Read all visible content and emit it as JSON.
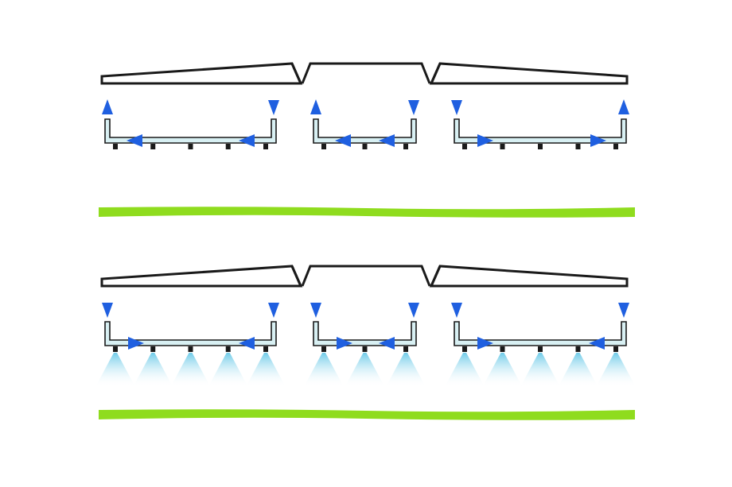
{
  "diagram": {
    "panels": [
      {
        "state": "off",
        "spraying": false,
        "sections": [
          {
            "nozzles": 5,
            "inlet_arrows": [
              "up",
              "down"
            ],
            "pipe_arrows": [
              "left",
              "left"
            ]
          },
          {
            "nozzles": 3,
            "inlet_arrows": [
              "up",
              "down"
            ],
            "pipe_arrows": [
              "left",
              "left"
            ]
          },
          {
            "nozzles": 5,
            "inlet_arrows": [
              "down",
              "up"
            ],
            "pipe_arrows": [
              "right",
              "right"
            ]
          }
        ]
      },
      {
        "state": "spraying",
        "spraying": true,
        "sections": [
          {
            "nozzles": 5,
            "inlet_arrows": [
              "down",
              "down"
            ],
            "pipe_arrows": [
              "right",
              "left"
            ]
          },
          {
            "nozzles": 3,
            "inlet_arrows": [
              "down",
              "down"
            ],
            "pipe_arrows": [
              "right",
              "left"
            ]
          },
          {
            "nozzles": 5,
            "inlet_arrows": [
              "down",
              "down"
            ],
            "pipe_arrows": [
              "right",
              "left"
            ]
          }
        ]
      }
    ],
    "colors": {
      "boom_outline": "#1a1a1a",
      "arrow": "#1f5fe0",
      "pipe_fill": "#d8f0f3",
      "pipe_stroke": "#1a1a1a",
      "spray_top": "#6fcbe8",
      "ground": "#8fdc1e"
    },
    "icons": [
      "arrow-up-icon",
      "arrow-down-icon",
      "arrow-left-icon",
      "arrow-right-icon",
      "nozzle-icon",
      "spray-cone-icon"
    ]
  }
}
